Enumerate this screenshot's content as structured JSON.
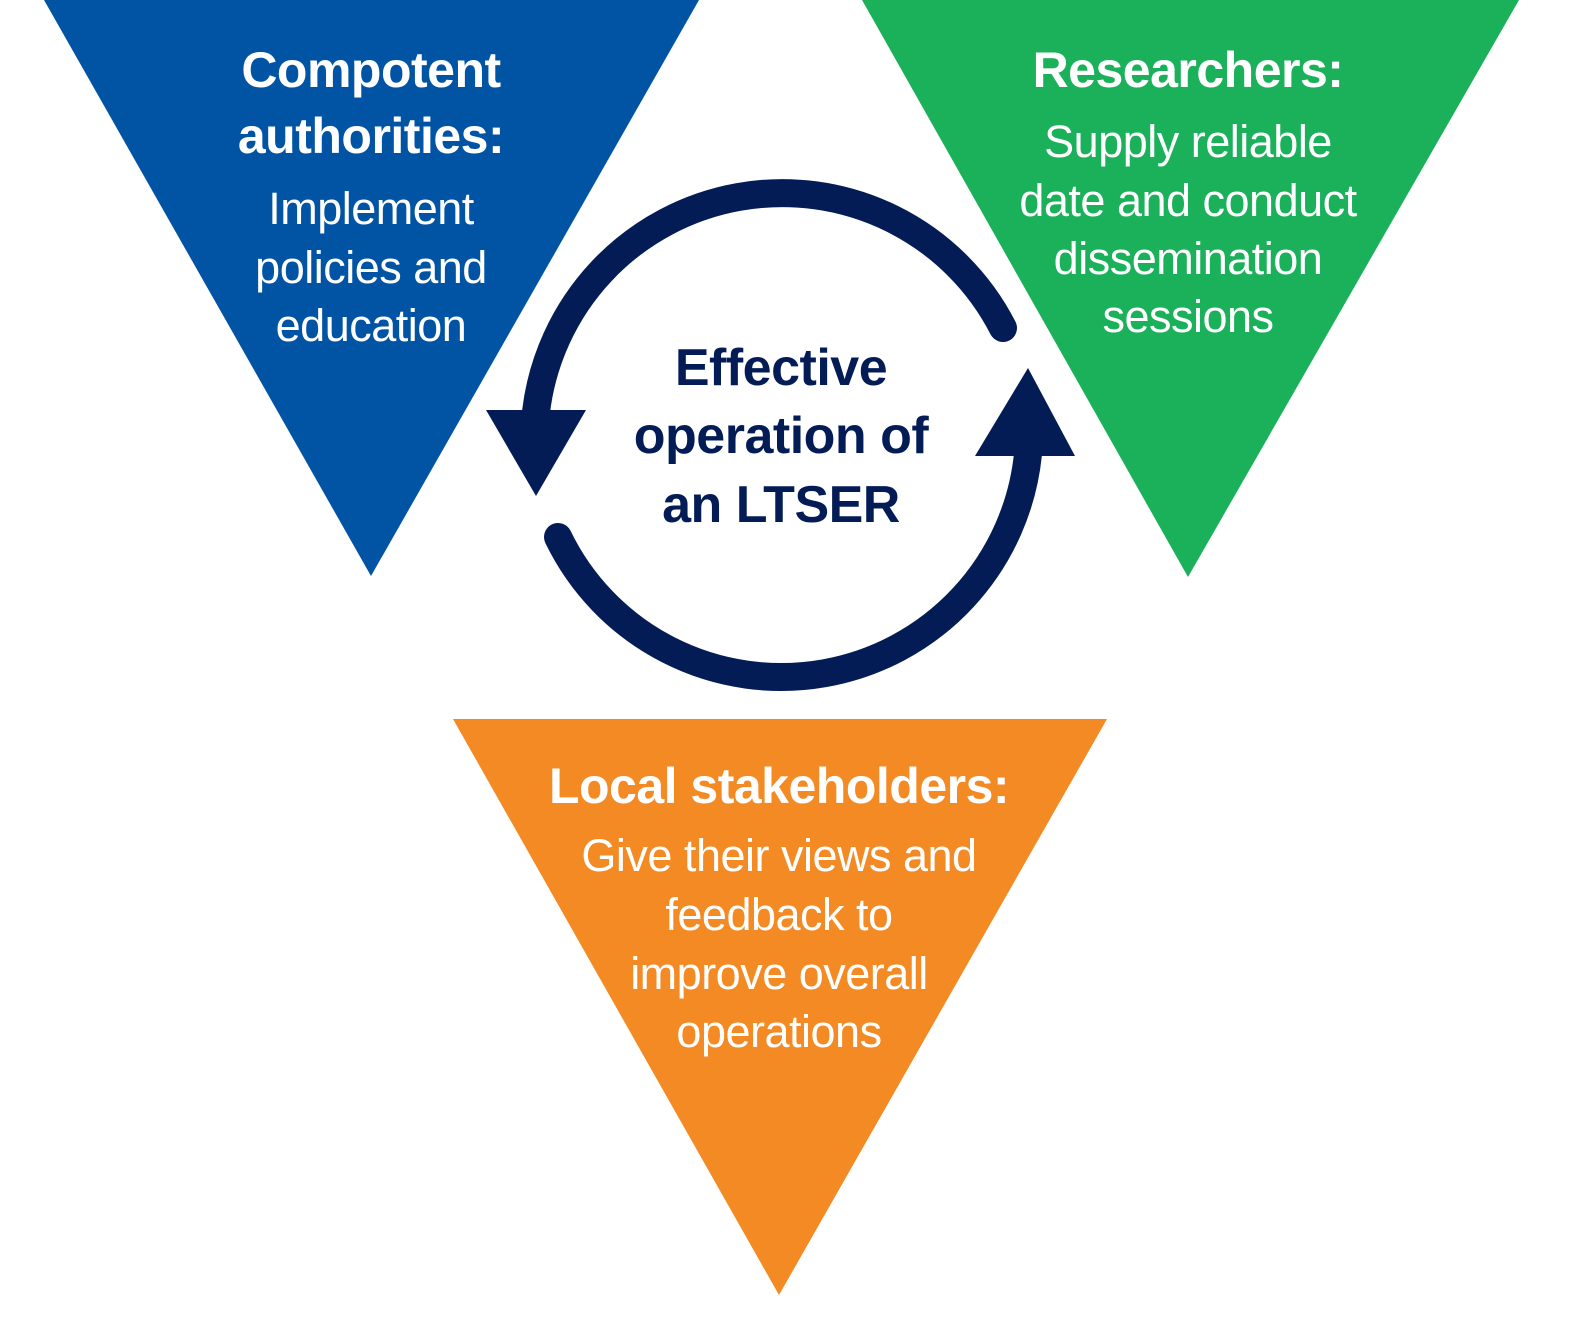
{
  "colors": {
    "authorities": "#0154a4",
    "researchers": "#1ab15a",
    "stakeholders": "#f48a24",
    "cycle": "#031c56",
    "text_on_fill": "#ffffff"
  },
  "center": {
    "lines": [
      "Effective",
      "operation of",
      "an LTSER"
    ]
  },
  "groups": [
    {
      "id": "authorities",
      "title_lines": [
        "Compotent",
        "authorities:"
      ],
      "body_lines": [
        "Implement",
        "policies and",
        "education"
      ]
    },
    {
      "id": "researchers",
      "title_lines": [
        "Researchers:"
      ],
      "body_lines": [
        "Supply reliable",
        "date and conduct",
        "dissemination",
        "sessions"
      ]
    },
    {
      "id": "stakeholders",
      "title_lines": [
        "Local stakeholders:"
      ],
      "body_lines": [
        "Give their views and",
        "feedback to",
        "improve overall",
        "operations"
      ]
    }
  ],
  "cycle_icon": "circular-arrows-icon"
}
